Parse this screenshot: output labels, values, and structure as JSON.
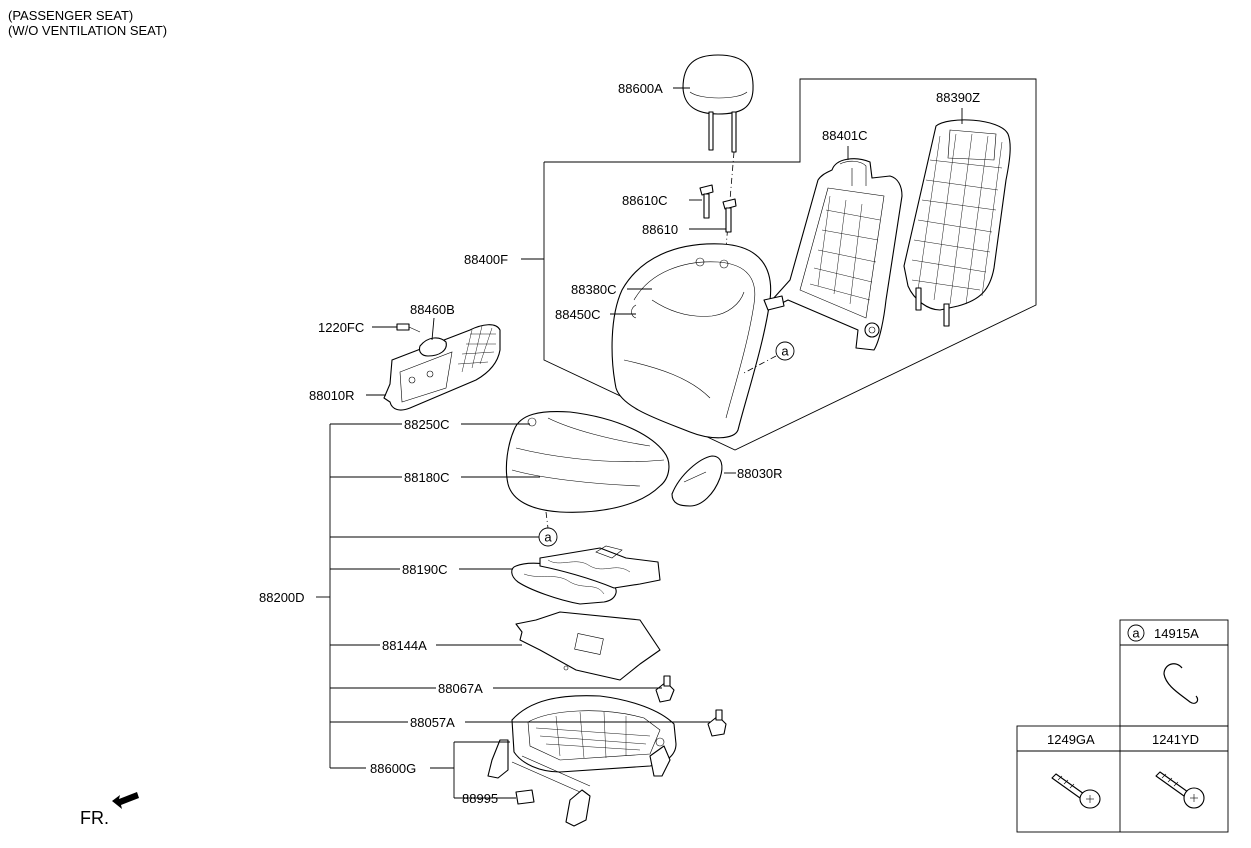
{
  "header": {
    "line1": "(PASSENGER SEAT)",
    "line2": "(W/O VENTILATION SEAT)"
  },
  "parts": {
    "p88600A": "88600A",
    "p88390Z": "88390Z",
    "p88401C": "88401C",
    "p88610C": "88610C",
    "p88610": "88610",
    "p88400F": "88400F",
    "p88380C": "88380C",
    "p88450C": "88450C",
    "p88460B": "88460B",
    "p1220FC": "1220FC",
    "p88010R": "88010R",
    "p88250C": "88250C",
    "p88180C": "88180C",
    "p88030R": "88030R",
    "p88190C": "88190C",
    "p88200D": "88200D",
    "p88144A": "88144A",
    "p88067A": "88067A",
    "p88057A": "88057A",
    "p88600G": "88600G",
    "p88995": "88995"
  },
  "callout_letter": "a",
  "fasteners": {
    "clip": "14915A",
    "screw1": "1249GA",
    "screw2": "1241YD"
  },
  "direction_label": "FR."
}
